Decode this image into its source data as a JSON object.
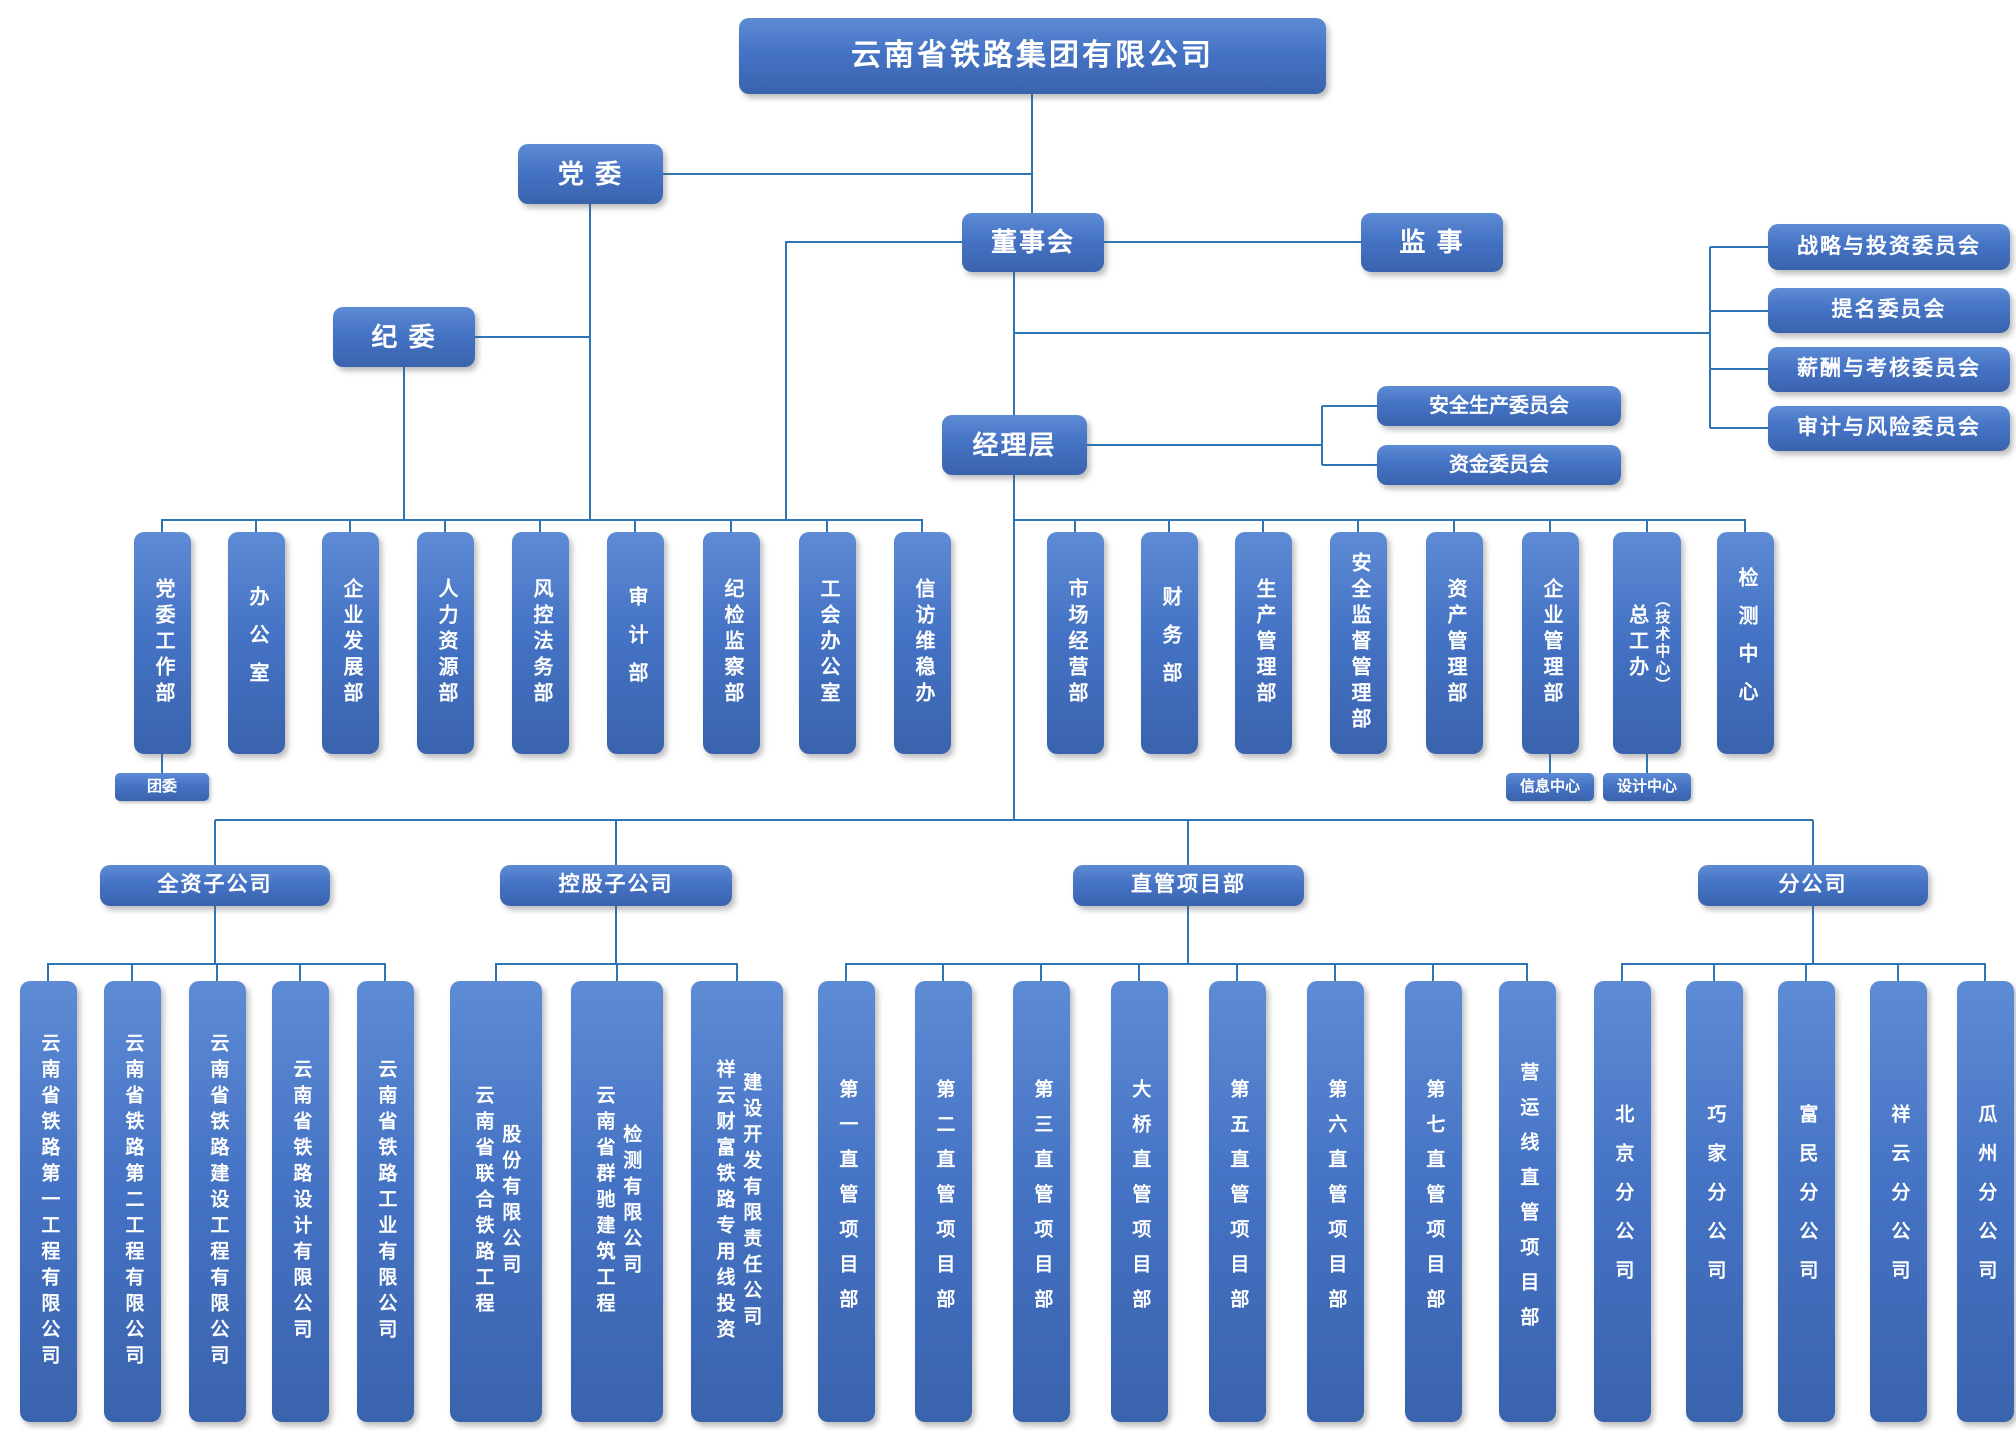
{
  "colors": {
    "box_fill": "#4472C4",
    "box_fill_light": "#5D8BD4",
    "box_fill_dark": "#3A63AD",
    "connector": "#2E75B6",
    "text": "#FFFFFF"
  },
  "root": {
    "label": "云南省铁路集团有限公司"
  },
  "nodes": {
    "party_committee": "党 委",
    "board": "董事会",
    "supervisors": "监 事",
    "discipline_committee": "纪 委",
    "management": "经理层"
  },
  "board_committees": [
    "战略与投资委员会",
    "提名委员会",
    "薪酬与考核委员会",
    "审计与风险委员会"
  ],
  "management_committees": [
    "安全生产委员会",
    "资金委员会"
  ],
  "departments_left": [
    "党委工作部",
    "办公室",
    "企业发展部",
    "人力资源部",
    "风控法务部",
    "审计部",
    "纪检监察部",
    "工会办公室",
    "信访维稳办"
  ],
  "departments_right": [
    "市场经营部",
    "财务部",
    "生产管理部",
    "安全监督管理部",
    "资产管理部",
    "企业管理部"
  ],
  "chief_engineer_office": {
    "main": "总工办",
    "sub": "（技术中心）"
  },
  "testing_center": "检测中心",
  "sub_boxes": {
    "youth_league": "团委",
    "info_center": "信息中心",
    "design_center": "设计中心"
  },
  "groups": {
    "wholly_owned": {
      "label": "全资子公司",
      "children": [
        "云南省铁路第一工程有限公司",
        "云南省铁路第二工程有限公司",
        "云南省铁路建设工程有限公司",
        "云南省铁路设计有限公司",
        "云南省铁路工业有限公司"
      ]
    },
    "holding": {
      "label": "控股子公司",
      "children": [
        {
          "col1": "云南省联合铁路工程",
          "col2": "股份有限公司"
        },
        {
          "col1": "云南省群驰建筑工程",
          "col2": "检测有限公司"
        },
        {
          "col1": "祥云财富铁路专用线投资",
          "col2": "建设开发有限责任公司"
        }
      ]
    },
    "direct_projects": {
      "label": "直管项目部",
      "children": [
        "第一直管项目部",
        "第二直管项目部",
        "第三直管项目部",
        "大桥直管项目部",
        "第五直管项目部",
        "第六直管项目部",
        "第七直管项目部",
        "营运线直管项目部"
      ]
    },
    "branches": {
      "label": "分公司",
      "children": [
        "北京分公司",
        "巧家分公司",
        "富民分公司",
        "祥云分公司",
        "瓜州分公司"
      ]
    }
  }
}
